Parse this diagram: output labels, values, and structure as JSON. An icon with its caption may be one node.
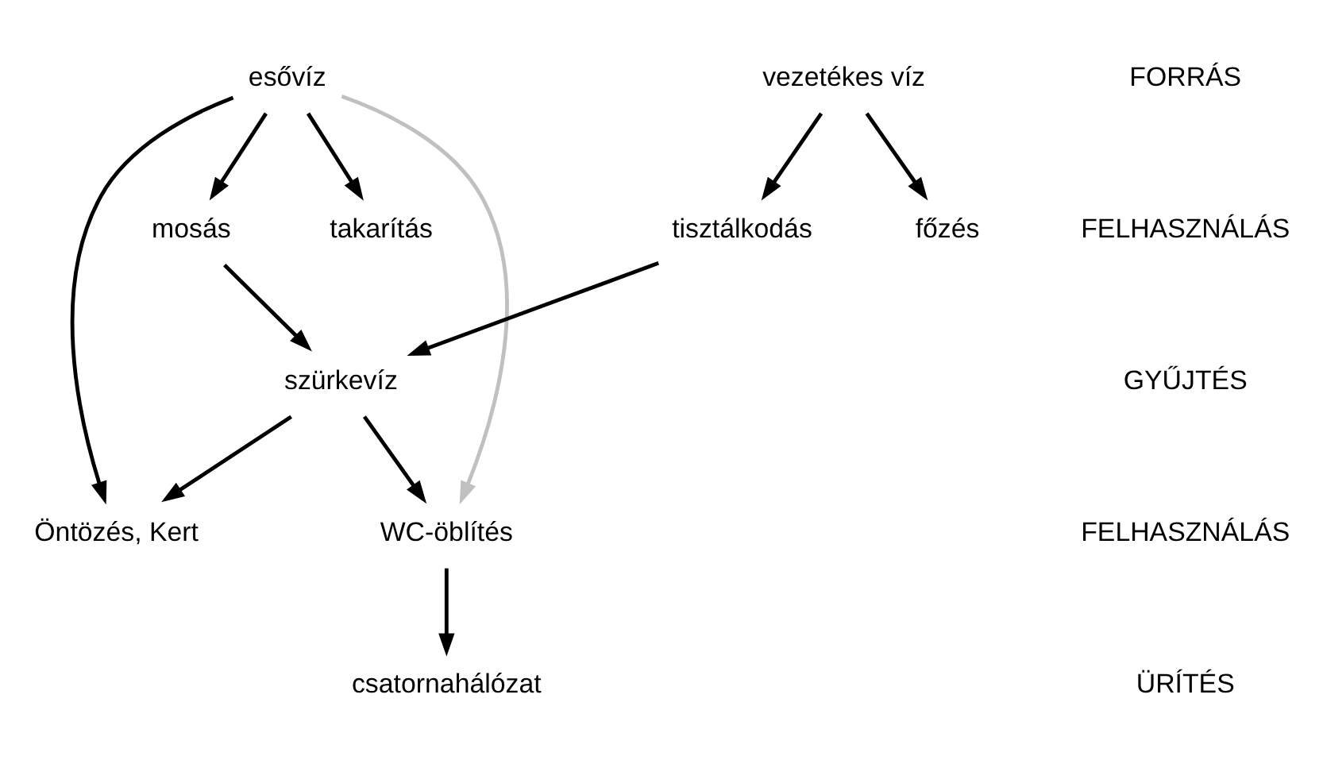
{
  "diagram": {
    "nodes": [
      {
        "text": [
          "vezetékes víz"
        ]
      },
      {
        "text": [
          "esővíz"
        ]
      },
      {
        "text": [
          "főzés"
        ]
      },
      {
        "text": [
          "tisztálkodás"
        ]
      },
      {
        "text": [
          "mosás"
        ]
      },
      {
        "text": [
          "takarítás"
        ]
      },
      {
        "text": [
          "szürkevíz"
        ]
      },
      {
        "text": [
          "WC-öblítés"
        ]
      },
      {
        "text": [
          "Öntözés, Kert"
        ]
      },
      {
        "text": [
          "csatornahálózat"
        ]
      }
    ],
    "edges": [
      {
        "from": 0,
        "to": 2,
        "arrow": "to"
      },
      {
        "from": 0,
        "to": 3,
        "arrow": "to"
      },
      {
        "from": 1,
        "to": 4,
        "arrow": "to"
      },
      {
        "from": 1,
        "to": 7,
        "arrow": "to",
        "color": "#c0c0c0"
      },
      {
        "from": 1,
        "to": 8,
        "arrow": "to"
      },
      {
        "from": 1,
        "to": 5,
        "arrow": "to"
      },
      {
        "from": 3,
        "to": 6,
        "arrow": "to"
      },
      {
        "from": 4,
        "to": 6,
        "arrow": "to"
      },
      {
        "from": 6,
        "to": 7,
        "arrow": "to"
      },
      {
        "from": 6,
        "to": 8,
        "arrow": "to"
      },
      {
        "from": 7,
        "to": 9,
        "arrow": "to"
      }
    ],
    "labels": [
      "FORRÁS",
      "FELHASZNÁLÁS",
      "GYŰJTÉS",
      "FELHASZNÁLÁS",
      "ÜRÍTÉS"
    ]
  }
}
